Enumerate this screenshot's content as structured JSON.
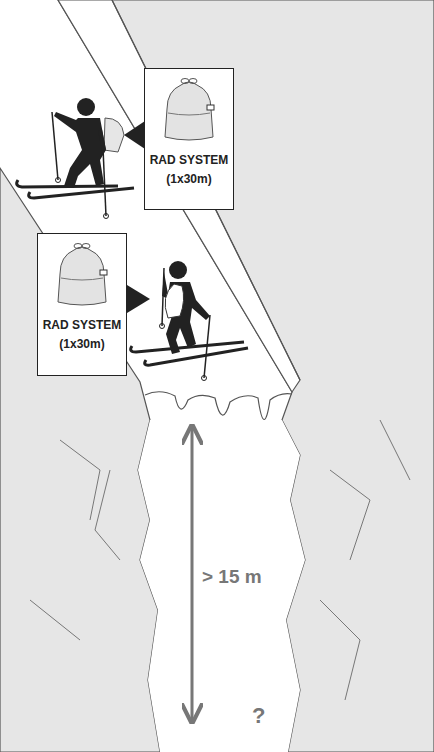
{
  "diagram": {
    "nodes": [
      {
        "text": [
          "RAD SYSTEM (1x30m)"
        ]
      },
      {
        "text": [
          "RAD SYSTEM (1x30m)"
        ]
      }
    ],
    "labels": [
      "> 15 m",
      "?"
    ]
  }
}
